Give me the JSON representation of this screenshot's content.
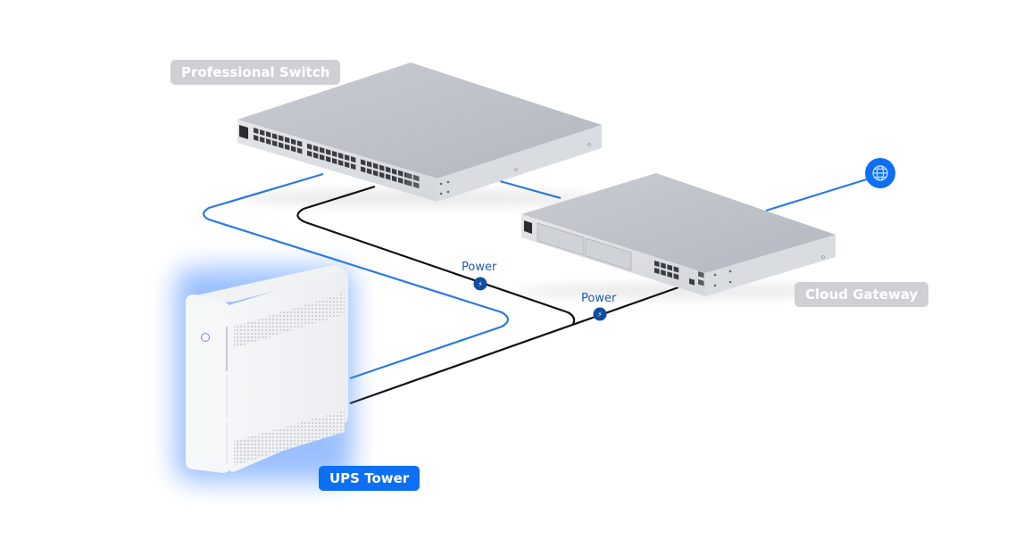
{
  "diagram": {
    "title": "UPS Tower network topology",
    "colors": {
      "data_cable": "#2a7ae2",
      "power_cable": "#111111",
      "power_node": "#0f4da3",
      "internet_node": "#0d6ff2",
      "label_gray": "#cfd0d3",
      "label_blue": "#0d6ff2",
      "ups_glow": "#4a8cff"
    },
    "devices": [
      {
        "id": "switch",
        "name": "Professional Switch",
        "ports": 48,
        "sfp_ports": 4,
        "highlighted": false
      },
      {
        "id": "gateway",
        "name": "Cloud Gateway",
        "ports": 8,
        "sfp_ports": 2,
        "drive_bays": 2,
        "highlighted": false
      },
      {
        "id": "ups",
        "name": "UPS Tower",
        "highlighted": true
      }
    ],
    "connections": [
      {
        "from": "ups",
        "to": "switch",
        "type": "data"
      },
      {
        "from": "switch",
        "to": "gateway",
        "type": "data"
      },
      {
        "from": "gateway",
        "to": "internet",
        "type": "data"
      },
      {
        "from": "ups",
        "to": "switch",
        "type": "power",
        "label": "Power"
      },
      {
        "from": "ups",
        "to": "gateway",
        "type": "power",
        "label": "Power"
      }
    ],
    "power_labels": [
      "Power",
      "Power"
    ],
    "internet_icon": "globe-icon",
    "power_icon": "bolt-icon"
  }
}
